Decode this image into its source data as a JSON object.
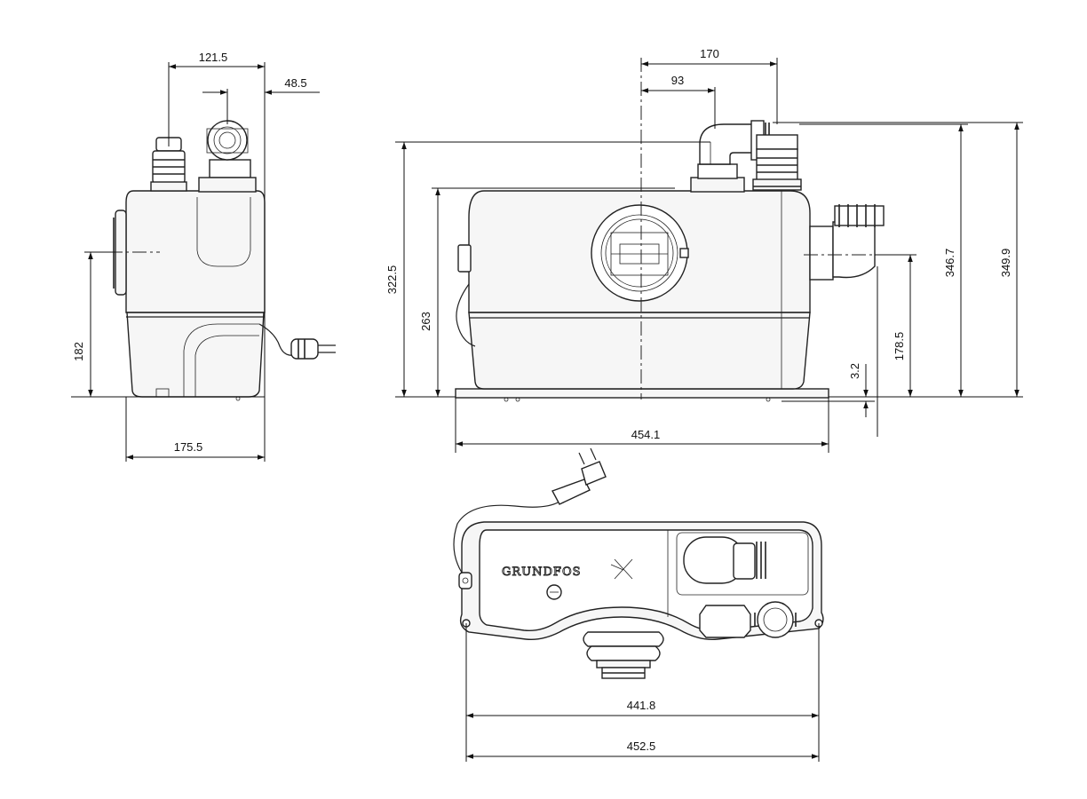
{
  "drawing": {
    "brand_logo_text": "GRUNDFOS",
    "accent_color": "#111111",
    "side_view": {
      "dim_inlet_offset": "121.5",
      "dim_outlet_offset": "48.5",
      "dim_side_inlet_height": "182",
      "dim_depth": "175.5"
    },
    "front_view": {
      "dim_outlet_horizontal": "170",
      "dim_outlet_to_center": "93",
      "dim_outlet_height": "322.5",
      "dim_body_height": "263",
      "dim_side_port_height": "178.5",
      "dim_foot_offset": "3.2",
      "dim_outlet_top": "346.7",
      "dim_overall_height": "349.9",
      "dim_overall_length": "454.1"
    },
    "top_view": {
      "dim_mounting_holes": "441.8",
      "dim_overall_width": "452.5"
    }
  }
}
